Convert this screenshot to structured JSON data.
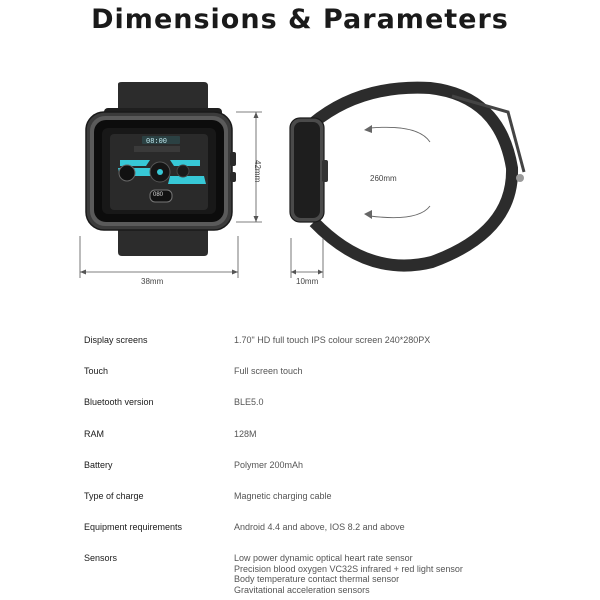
{
  "title": "Dimensions & Parameters",
  "dimensions": {
    "width": "38mm",
    "height": "42mm",
    "thickness": "10mm",
    "strap_length": "260mm"
  },
  "watch_face": {
    "time_text": "08:00",
    "small_text": "080"
  },
  "specs": [
    {
      "label": "Display screens",
      "value": [
        "1.70\" HD full touch IPS colour screen 240*280PX"
      ]
    },
    {
      "label": "Touch",
      "value": [
        "Full screen touch"
      ]
    },
    {
      "label": "Bluetooth version",
      "value": [
        "BLE5.0"
      ]
    },
    {
      "label": "RAM",
      "value": [
        "128M"
      ]
    },
    {
      "label": "Battery",
      "value": [
        "Polymer 200mAh"
      ]
    },
    {
      "label": "Type of charge",
      "value": [
        "Magnetic charging cable"
      ]
    },
    {
      "label": "Equipment requirements",
      "value": [
        "Android 4.4 and above, IOS 8.2 and above"
      ]
    },
    {
      "label": "Sensors",
      "value": [
        "Low power dynamic optical heart rate sensor",
        "Precision blood oxygen VC32S infrared + red light sensor",
        "Body temperature contact thermal sensor",
        "Gravitational acceleration sensors"
      ]
    }
  ],
  "colors": {
    "accent": "#37c8d6",
    "strap": "#2b2b2b",
    "case": "#3a3a3a"
  }
}
